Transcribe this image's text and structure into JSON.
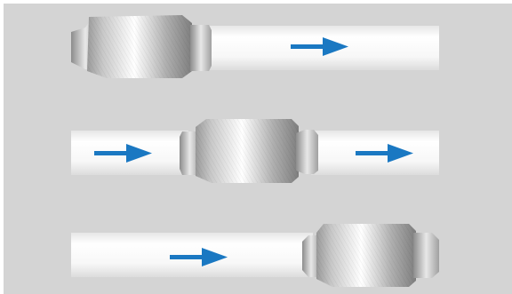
{
  "diagram": {
    "stages": [
      {
        "name": "fitting-at-start",
        "arrow_count": 1
      },
      {
        "name": "fitting-in-middle",
        "arrow_count": 2
      },
      {
        "name": "fitting-at-end",
        "arrow_count": 1
      }
    ],
    "colors": {
      "background": "#d4d4d4",
      "tube": "#f4f4f4",
      "fitting_dark": "#8a8a8a",
      "fitting_light": "#ffffff",
      "arrow": "#1a78c2"
    },
    "icons": {
      "direction": "arrow-right-icon"
    }
  }
}
